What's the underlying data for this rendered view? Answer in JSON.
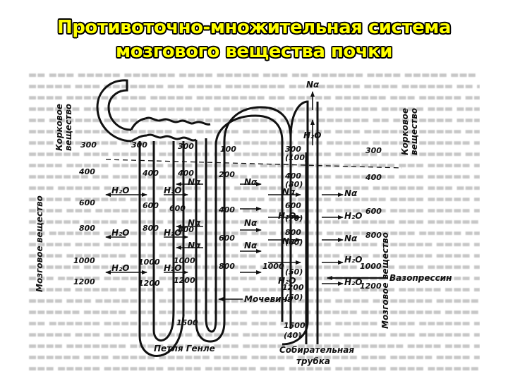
{
  "slide": {
    "title_line1": "Противоточно-множительная система",
    "title_line2": "мозгового вещества почки"
  },
  "zones": {
    "cortex_left": "Корковое\nвещество",
    "cortex_right": "Корковое\nвещество",
    "medulla_left": "Мозговое вещество",
    "medulla_right": "Мозговое вещество"
  },
  "ions": {
    "na": "Nα",
    "water": "H₂O"
  },
  "labels": {
    "loop": "Петля Генле",
    "duct_line1": "Собирательная",
    "duct_line2": "трубка",
    "urea": "Мочевина",
    "vasopressin": "Вазопрессин"
  },
  "osmolality": {
    "left_column": [
      "300",
      "400",
      "600",
      "800",
      "1000",
      "1200"
    ],
    "descending_limb": [
      "300",
      "400",
      "600",
      "800",
      "1000",
      "1200",
      "1500"
    ],
    "ascending_limb": [
      "300",
      "400",
      "600",
      "800",
      "1000",
      "1200"
    ],
    "distal_tube": [
      "100",
      "200",
      "400",
      "600",
      "800"
    ],
    "duct_tube": [
      "300",
      "400",
      "600",
      "800",
      "1000",
      "1200",
      "1500"
    ],
    "duct_brackets": [
      "(100)",
      "(80)",
      "(70)",
      "(60)",
      "(50)",
      "(50)",
      "(40)"
    ],
    "right_column": [
      "300",
      "400",
      "600",
      "800",
      "1000",
      "1200"
    ],
    "loop_bottom": "1500"
  },
  "colors": {
    "title_fill": "#ffff00",
    "title_outline": "#000000",
    "ink": "#111111"
  }
}
